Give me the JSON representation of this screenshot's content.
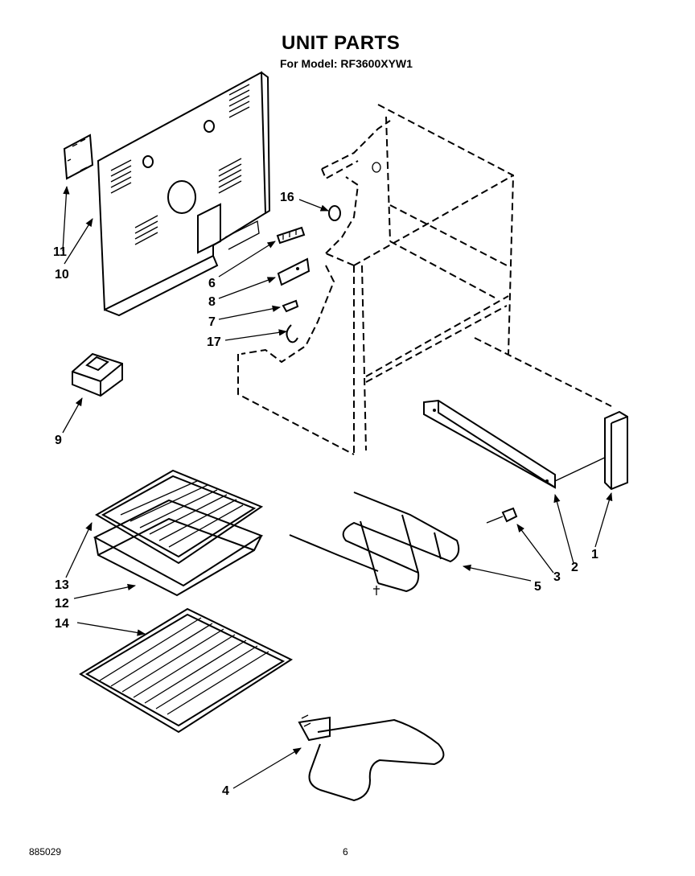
{
  "page": {
    "title": "UNIT PARTS",
    "subtitle": "For Model: RF3600XYW1",
    "doc_number": "885029",
    "page_number": "6"
  },
  "callouts": [
    {
      "id": "1",
      "part": "side-trim"
    },
    {
      "id": "2",
      "part": "front-trim-bar"
    },
    {
      "id": "3",
      "part": "clip"
    },
    {
      "id": "4",
      "part": "bake-element"
    },
    {
      "id": "5",
      "part": "broil-element"
    },
    {
      "id": "6",
      "part": "terminal-block"
    },
    {
      "id": "7",
      "part": "clip-small"
    },
    {
      "id": "8",
      "part": "bracket"
    },
    {
      "id": "9",
      "part": "box-module"
    },
    {
      "id": "10",
      "part": "back-panel"
    },
    {
      "id": "11",
      "part": "insulation-piece"
    },
    {
      "id": "12",
      "part": "broiler-pan"
    },
    {
      "id": "13",
      "part": "broiler-grid"
    },
    {
      "id": "14",
      "part": "oven-rack"
    },
    {
      "id": "16",
      "part": "grommet"
    },
    {
      "id": "17",
      "part": "wire-clip"
    }
  ]
}
